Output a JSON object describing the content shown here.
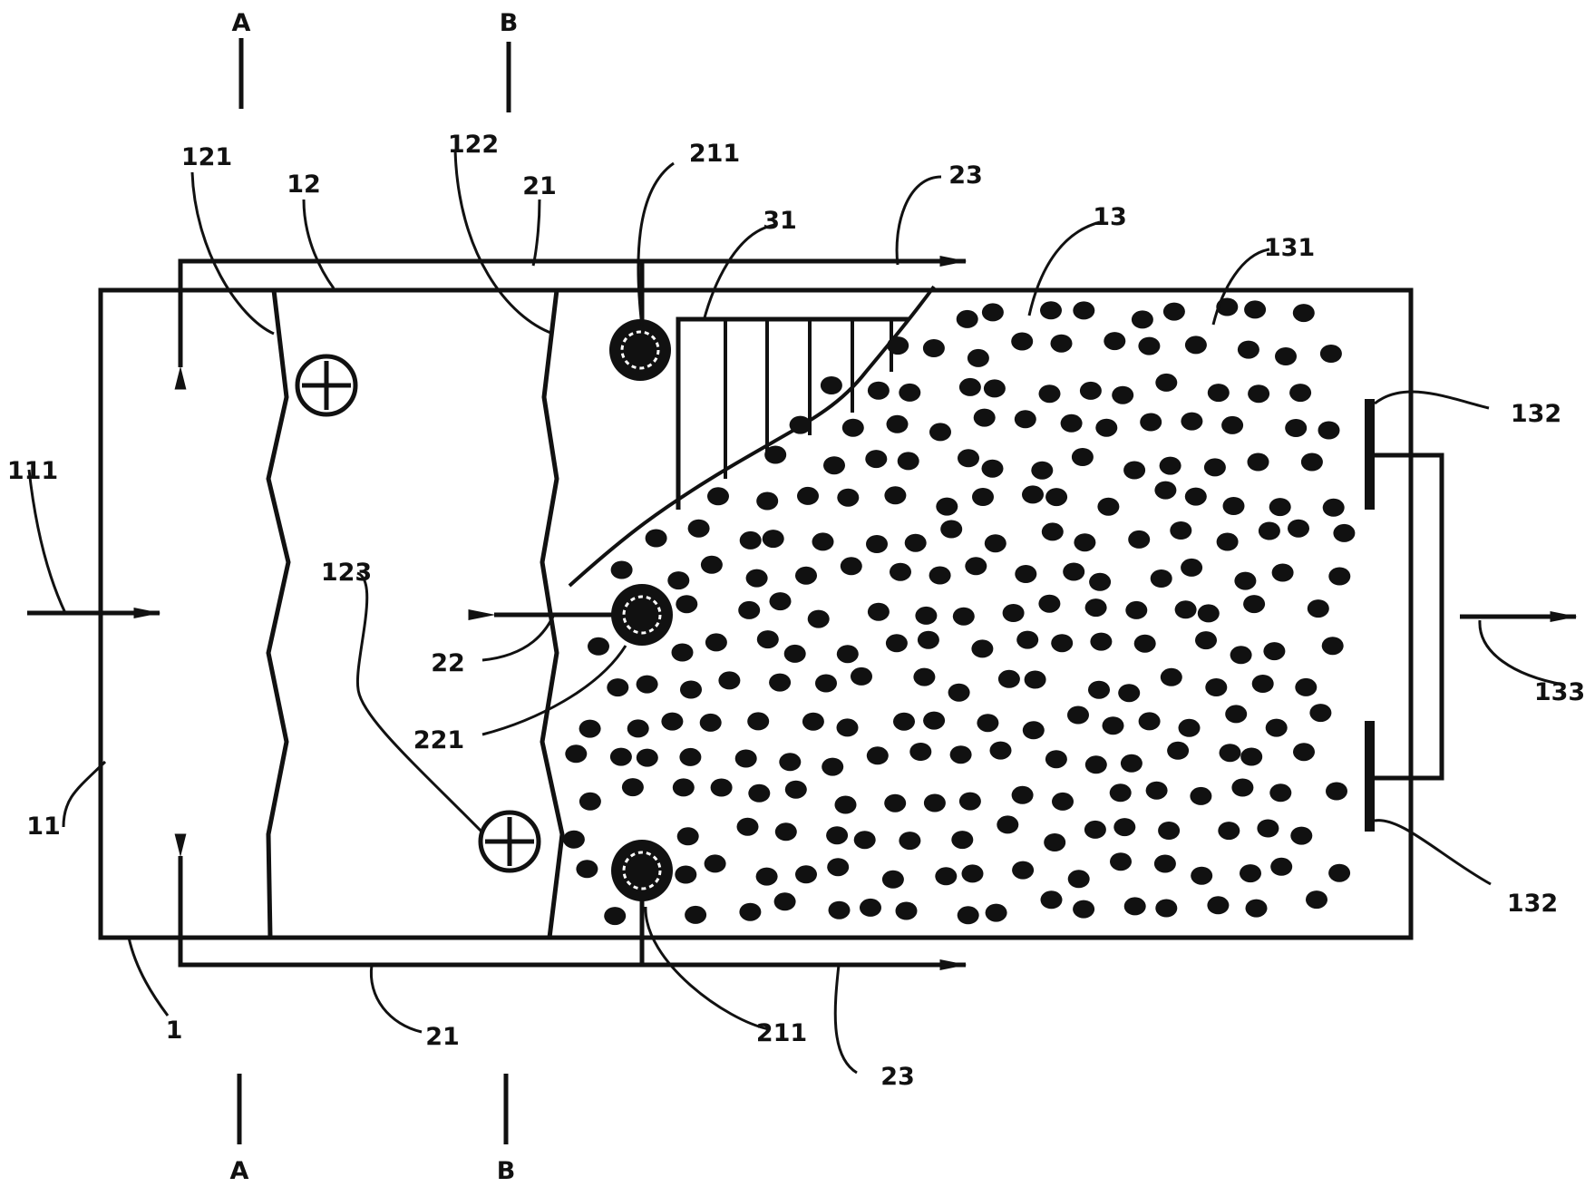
{
  "figure": {
    "stroke_color": "#111111",
    "fill_color": "#111111",
    "background": "#ffffff"
  },
  "labels": {
    "section_a": "A",
    "section_b": "B",
    "l1": "1",
    "l11": "11",
    "l111": "111",
    "l12": "12",
    "l121": "121",
    "l122": "122",
    "l123": "123",
    "l13": "13",
    "l131": "131",
    "l132": "132",
    "l133": "133",
    "l21": "21",
    "l211": "211",
    "l22": "22",
    "l221": "221",
    "l23": "23",
    "l31": "31"
  }
}
